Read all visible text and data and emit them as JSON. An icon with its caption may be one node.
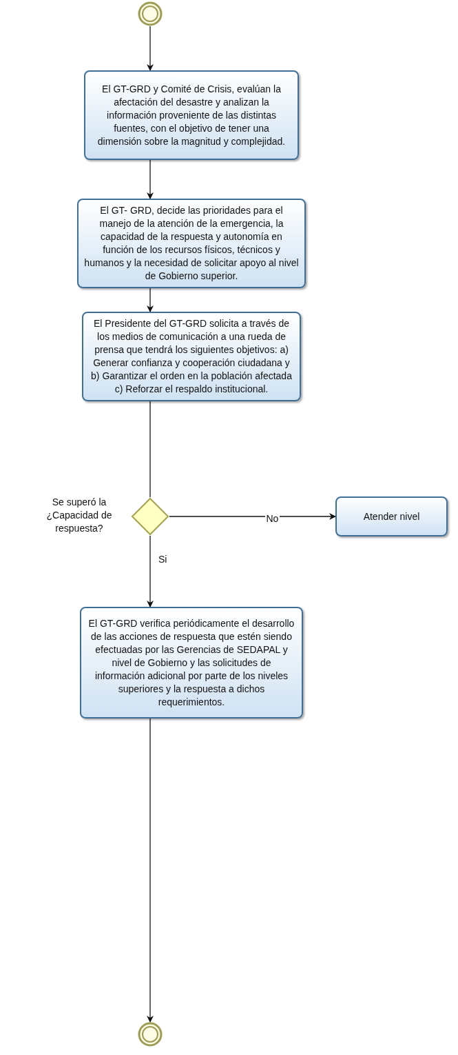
{
  "diagram": {
    "nodes": [
      {
        "text": [],
        "shape": "circle"
      },
      {
        "text": [
          "El GT-GRD y Comité de Crisis, evalúan la afectación del desastre y analizan la información proveniente de las distintas fuentes, con el objetivo de tener una dimensión sobre la magnitud y complejidad."
        ]
      },
      {
        "text": [
          "El  GT- GRD, decide las prioridades para el manejo de la atención de la emergencia, la capacidad de la respuesta y autonomía en función de los recursos físicos, técnicos y humanos y la necesidad de solicitar apoyo al nivel de Gobierno superior."
        ]
      },
      {
        "text": [
          "El Presidente del GT-GRD solicita a través de los medios de comunicación a una rueda de prensa que tendrá los siguientes objetivos: a) Generar confianza y cooperación ciudadana y b) Garantizar el orden en la población afectada c) Reforzar el respaldo institucional."
        ]
      },
      {
        "text": [],
        "shape": "diamond",
        "beside": [
          "Se superó la ¿Capacidad de respuesta?"
        ]
      },
      {
        "text": [
          "Atender nivel"
        ]
      },
      {
        "text": [
          "El GT-GRD verifica periódicamente el desarrollo de las acciones de respuesta que estén siendo efectuadas por las Gerencias de SEDAPAL y nivel de Gobierno y las solicitudes de información adicional por parte de los niveles superiores y la respuesta a dichos requerimientos."
        ]
      },
      {
        "text": [],
        "shape": "circle"
      }
    ],
    "edges": [
      {
        "from": 0,
        "to": 1,
        "arrow": "to"
      },
      {
        "from": 1,
        "to": 2,
        "arrow": "to"
      },
      {
        "from": 2,
        "to": 3,
        "arrow": "to"
      },
      {
        "from": 3,
        "to": 4,
        "arrow": "none"
      },
      {
        "from": 4,
        "to": 5,
        "arrow": "to",
        "label": "No"
      },
      {
        "from": 4,
        "to": 6,
        "arrow": "to",
        "label": "Si"
      },
      {
        "from": 6,
        "to": 7,
        "arrow": "to"
      }
    ]
  }
}
